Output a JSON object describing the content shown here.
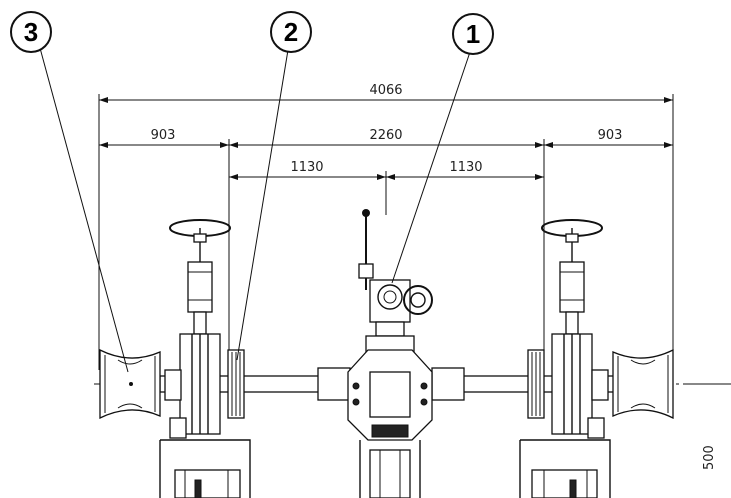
{
  "callouts": [
    {
      "label": "3"
    },
    {
      "label": "2"
    },
    {
      "label": "1"
    }
  ],
  "dimensions": {
    "overall": "4066",
    "left_segment": "903",
    "middle_segment": "2260",
    "right_segment": "903",
    "center_left": "1130",
    "center_right": "1130",
    "height_vertical": "500"
  }
}
